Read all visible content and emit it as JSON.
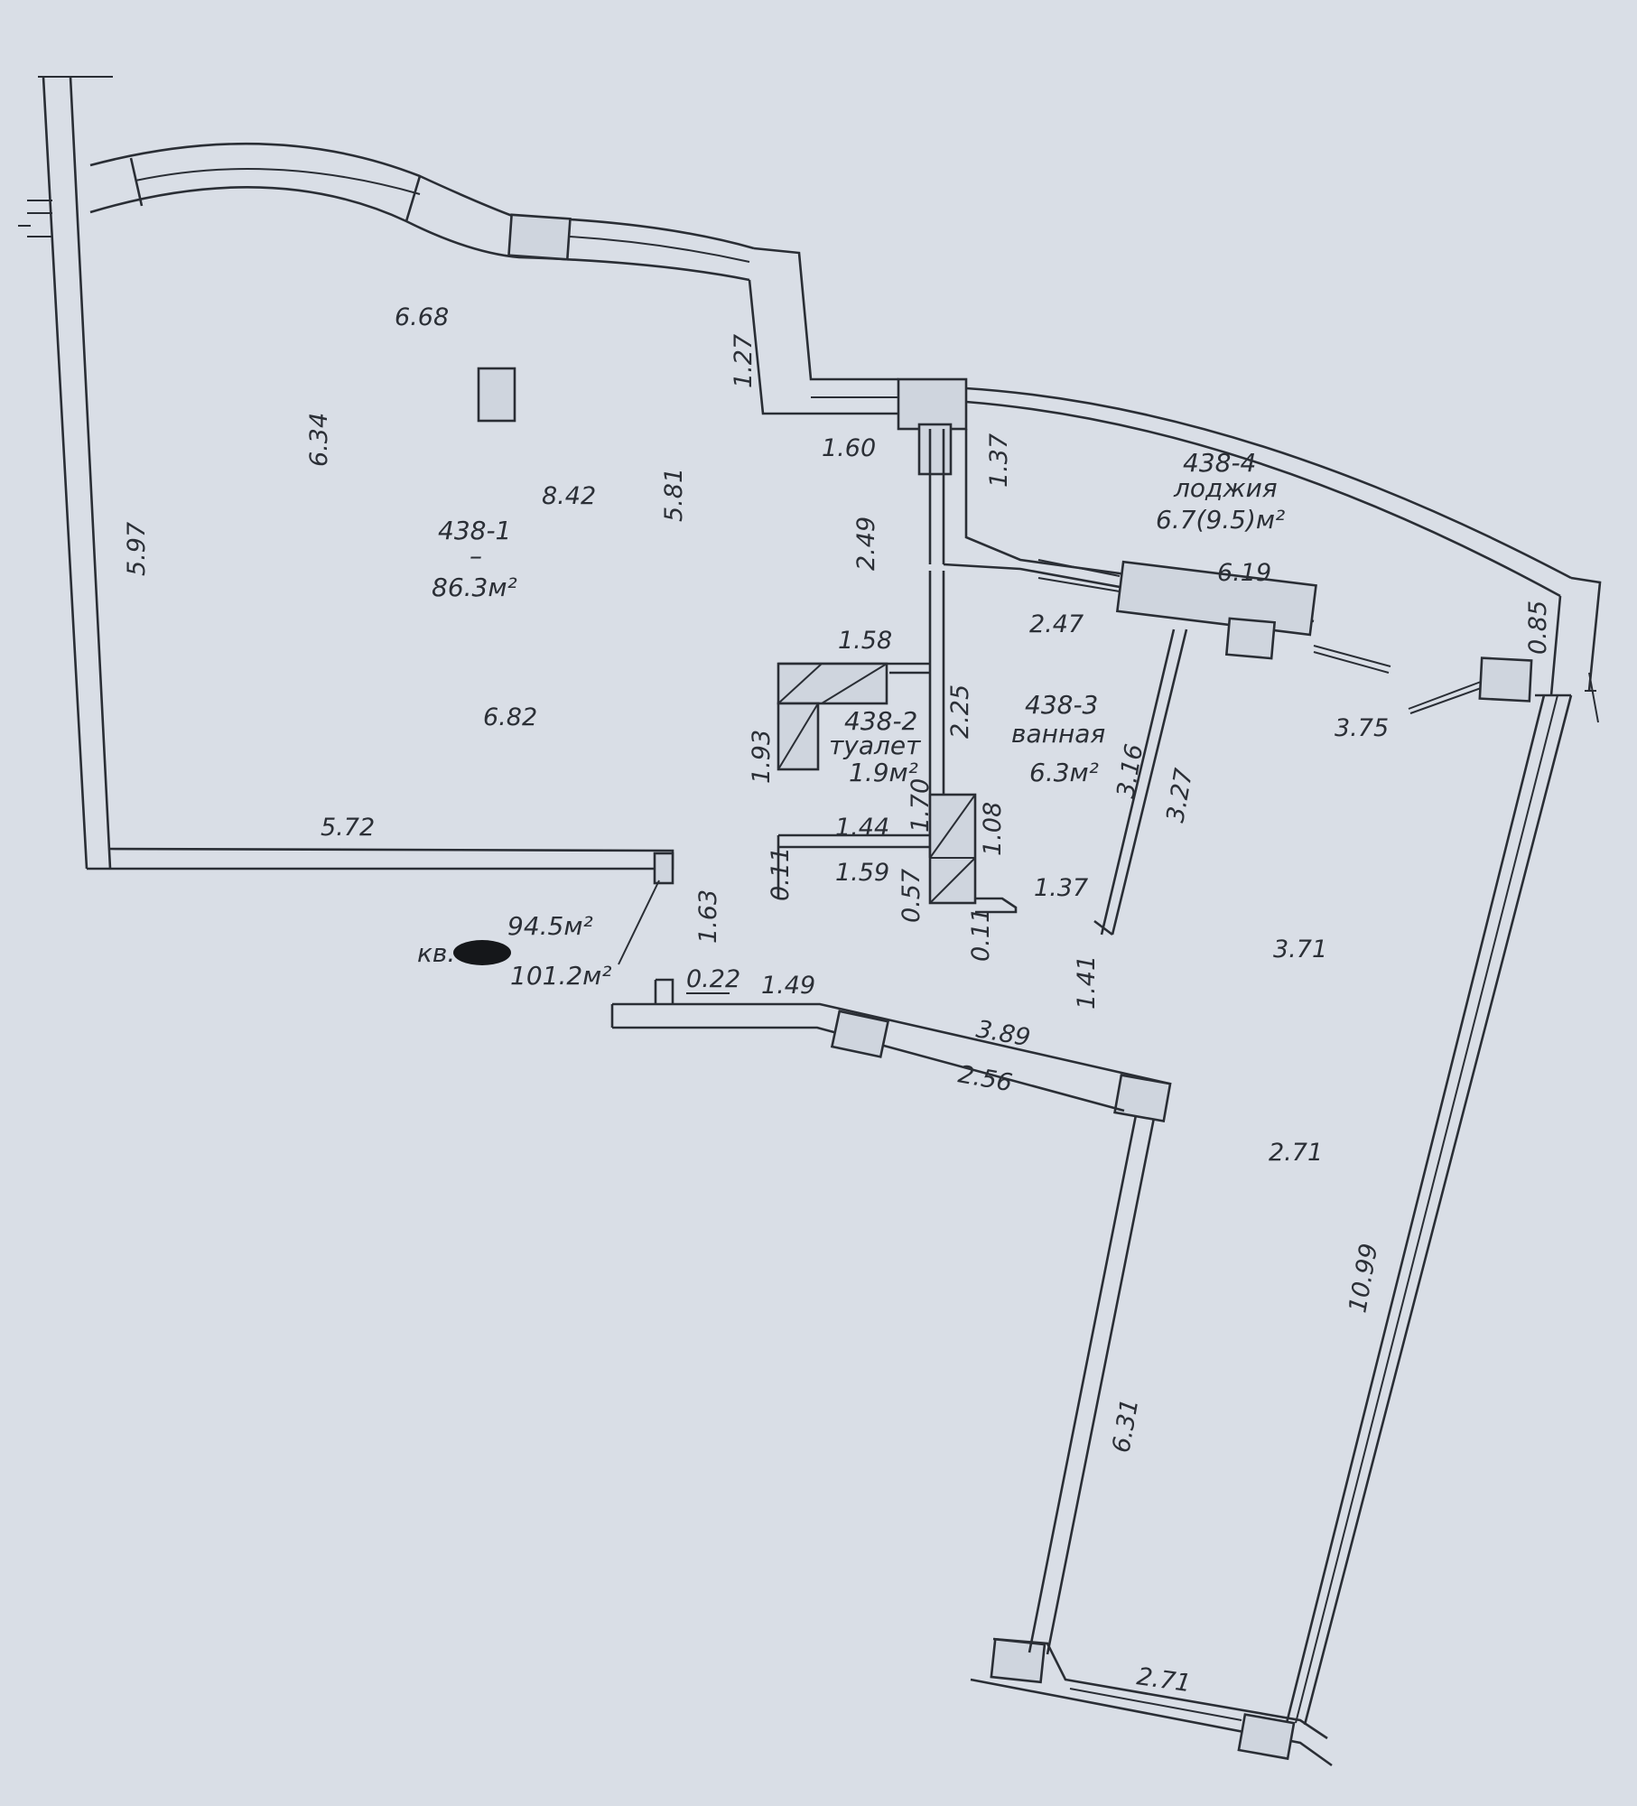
{
  "rooms": {
    "main": {
      "id": "438-1",
      "dash": "–",
      "area": "86.3м²"
    },
    "toilet": {
      "id": "438-2",
      "name": "туалет",
      "area": "1.9м²"
    },
    "bath": {
      "id": "438-3",
      "name": "ванная",
      "area": "6.3м²"
    },
    "loggia": {
      "id": "438-4",
      "name": "лоджия",
      "area": "6.7(9.5)м²"
    }
  },
  "apartment": {
    "label": "кв.",
    "area_living": "94.5м²",
    "area_total": "101.2м²"
  },
  "dimensions": {
    "d_6_68": "6.68",
    "d_6_34": "6.34",
    "d_1_27": "1.27",
    "d_8_42": "8.42",
    "d_5_81": "5.81",
    "d_1_60": "1.60",
    "d_1_37a": "1.37",
    "d_5_97": "5.97",
    "d_2_49": "2.49",
    "d_6_19": "6.19",
    "d_2_47": "2.47",
    "d_0_85": "0.85",
    "d_1_58": "1.58",
    "d_2_25": "2.25",
    "d_3_75": "3.75",
    "d_6_82": "6.82",
    "d_1_93": "1.93",
    "d_3_16": "3.16",
    "d_3_27": "3.27",
    "d_5_72": "5.72",
    "d_1_70": "1.70",
    "d_1_44": "1.44",
    "d_1_08": "1.08",
    "d_0_11a": "0.11",
    "d_1_59": "1.59",
    "d_0_57": "0.57",
    "d_1_37b": "1.37",
    "d_0_11b": "0.11",
    "d_1_63": "1.63",
    "d_3_71": "3.71",
    "d_1_41": "1.41",
    "d_0_22": "0.22",
    "d_1_49": "1.49",
    "d_3_89": "3.89",
    "d_2_56": "2.56",
    "d_2_71a": "2.71",
    "d_10_99": "10.99",
    "d_6_31": "6.31",
    "d_2_71b": "2.71"
  }
}
